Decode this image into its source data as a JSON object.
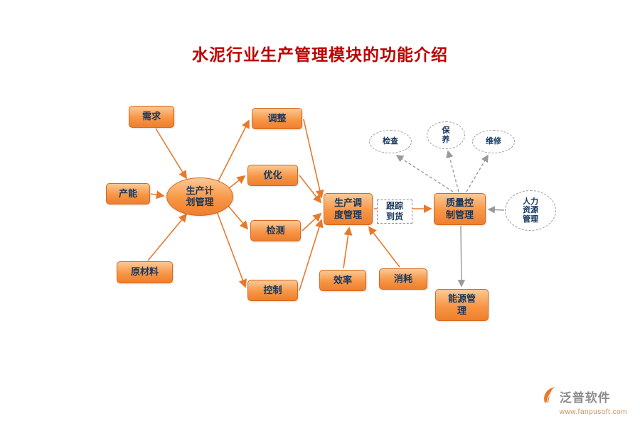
{
  "title": "水泥行业生产管理模块的功能介绍",
  "nodes": {
    "demand": "需求",
    "capacity": "产能",
    "raw_materials": "原材料",
    "production_plan": "生产计\n划管理",
    "adjust": "调整",
    "optimize": "优化",
    "detect": "检测",
    "control": "控制",
    "scheduling": "生产调\n度管理",
    "efficiency": "效率",
    "consumption": "消耗",
    "tracking": "跟踪\n到货",
    "quality": "质量控\n制管理",
    "energy": "能源管\n理",
    "check": "检查",
    "maintenance": "保\n养",
    "repair": "维修",
    "hr": "人力\n资源\n管理"
  },
  "watermark": "泛普软件",
  "footer": {
    "brand": "泛普软件",
    "url": "www.fanpusoft.com"
  },
  "colors": {
    "accent_orange": "#EE7F2D",
    "title_red": "#BF0000",
    "text_navy": "#17375E",
    "connector_gray": "#9a9a9a"
  }
}
